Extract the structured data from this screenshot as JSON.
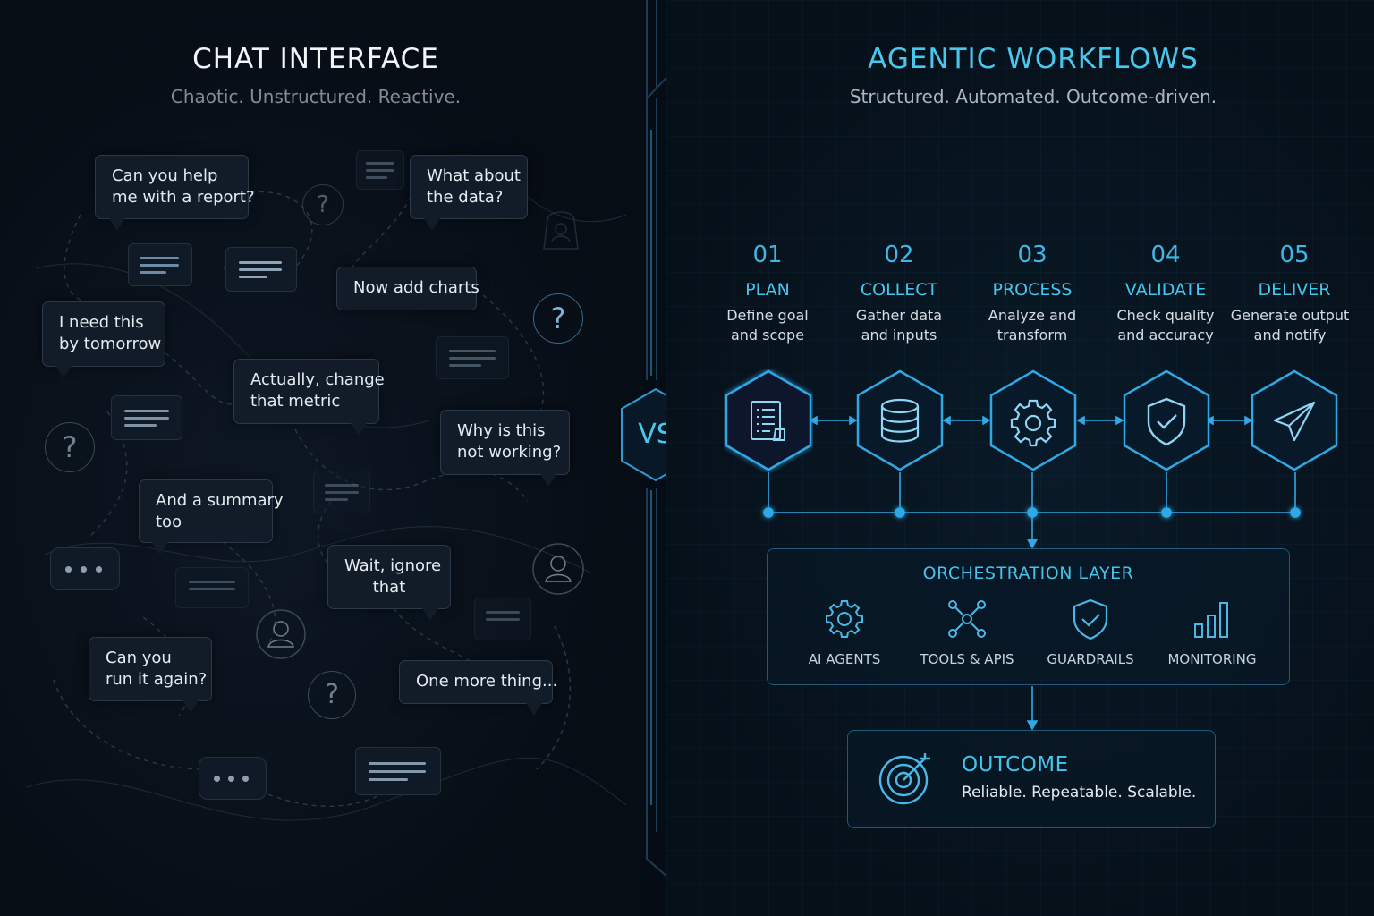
{
  "left": {
    "title": "CHAT INTERFACE",
    "subtitle": "Chaotic. Unstructured. Reactive.",
    "bubbles": [
      "Can you help\nme with a report?",
      "What about\nthe data?",
      "Now add charts",
      "I need this\nby tomorrow",
      "Actually, change\nthat metric",
      "Why is this\nnot working?",
      "And a summary\ntoo",
      "Wait, ignore\nthat",
      "Can you\nrun it again?",
      "One more thing..."
    ]
  },
  "divider": {
    "label": "VS"
  },
  "right": {
    "title": "AGENTIC WORKFLOWS",
    "subtitle": "Structured. Automated. Outcome-driven.",
    "steps": [
      {
        "num": "01",
        "title": "PLAN",
        "desc": "Define goal\nand scope",
        "icon": "document-icon"
      },
      {
        "num": "02",
        "title": "COLLECT",
        "desc": "Gather data\nand inputs",
        "icon": "database-icon"
      },
      {
        "num": "03",
        "title": "PROCESS",
        "desc": "Analyze and\ntransform",
        "icon": "gear-icon"
      },
      {
        "num": "04",
        "title": "VALIDATE",
        "desc": "Check quality\nand accuracy",
        "icon": "shield-check-icon"
      },
      {
        "num": "05",
        "title": "DELIVER",
        "desc": "Generate output\nand notify",
        "icon": "paper-plane-icon"
      }
    ],
    "orchestration": {
      "title": "ORCHESTRATION LAYER",
      "items": [
        {
          "label": "AI AGENTS",
          "icon": "gear-icon"
        },
        {
          "label": "TOOLS & APIS",
          "icon": "network-icon"
        },
        {
          "label": "GUARDRAILS",
          "icon": "shield-check-icon"
        },
        {
          "label": "MONITORING",
          "icon": "bar-chart-icon"
        }
      ]
    },
    "outcome": {
      "title": "OUTCOME",
      "subtitle": "Reliable. Repeatable. Scalable.",
      "icon": "target-icon"
    }
  },
  "colors": {
    "accent": "#45c4ec",
    "background": "#060c14",
    "bubble": "#111c28",
    "neon": "#2fa8e6"
  }
}
